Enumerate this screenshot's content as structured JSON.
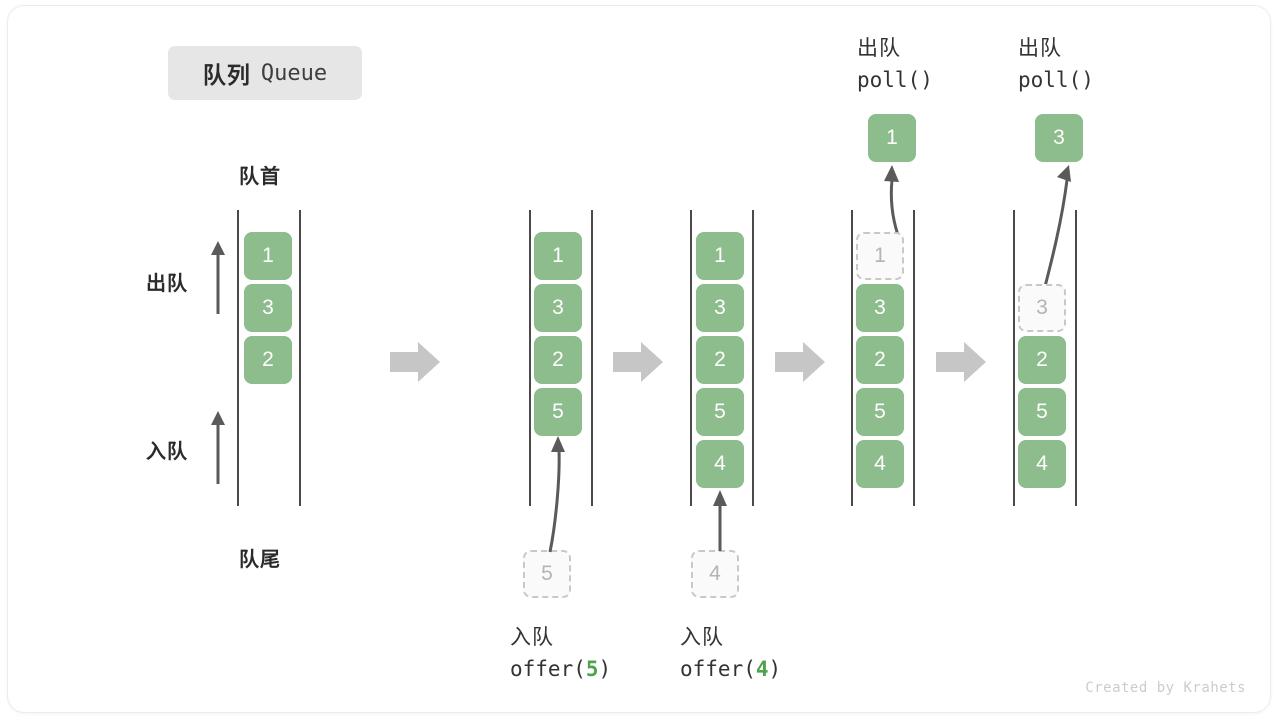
{
  "title": {
    "cn": "队列",
    "en": "Queue"
  },
  "labels": {
    "head": "队首",
    "tail": "队尾",
    "dequeue_side": "出队",
    "enqueue_side": "入队"
  },
  "colors": {
    "cell_green": "#8dbc8d",
    "ghost_border": "#c8c8c8",
    "ghost_text": "#b4b4b4",
    "rail": "#4a4a4a",
    "flow_arrow": "#c6c6c6",
    "badge_bg": "#e6e6e6",
    "accent_green_text": "#4fa34f",
    "arrow_stroke": "#5a5a5a"
  },
  "columns": [
    {
      "id": "initial",
      "cells": [
        {
          "value": "1",
          "state": "filled"
        },
        {
          "value": "3",
          "state": "filled"
        },
        {
          "value": "2",
          "state": "filled"
        }
      ]
    },
    {
      "id": "after-offer-5",
      "cells": [
        {
          "value": "1",
          "state": "filled"
        },
        {
          "value": "3",
          "state": "filled"
        },
        {
          "value": "2",
          "state": "filled"
        },
        {
          "value": "5",
          "state": "filled"
        }
      ],
      "incoming": {
        "value": "5",
        "state": "ghost"
      },
      "op_label_cn": "入队",
      "op_label_code": "offer(",
      "op_label_arg": "5",
      "op_label_code_end": ")"
    },
    {
      "id": "after-offer-4",
      "cells": [
        {
          "value": "1",
          "state": "filled"
        },
        {
          "value": "3",
          "state": "filled"
        },
        {
          "value": "2",
          "state": "filled"
        },
        {
          "value": "5",
          "state": "filled"
        },
        {
          "value": "4",
          "state": "filled"
        }
      ],
      "incoming": {
        "value": "4",
        "state": "ghost"
      },
      "op_label_cn": "入队",
      "op_label_code": "offer(",
      "op_label_arg": "4",
      "op_label_code_end": ")"
    },
    {
      "id": "after-poll-1",
      "cells": [
        {
          "value": "1",
          "state": "ghost"
        },
        {
          "value": "3",
          "state": "filled"
        },
        {
          "value": "2",
          "state": "filled"
        },
        {
          "value": "5",
          "state": "filled"
        },
        {
          "value": "4",
          "state": "filled"
        }
      ],
      "outgoing": {
        "value": "1",
        "state": "filled"
      },
      "op_label_cn": "出队",
      "op_label_code": "poll()"
    },
    {
      "id": "after-poll-3",
      "cells": [
        {
          "value": "3",
          "state": "ghost"
        },
        {
          "value": "2",
          "state": "filled"
        },
        {
          "value": "5",
          "state": "filled"
        },
        {
          "value": "4",
          "state": "filled"
        }
      ],
      "outgoing": {
        "value": "3",
        "state": "filled"
      },
      "op_label_cn": "出队",
      "op_label_code": "poll()"
    }
  ],
  "watermark": "Created by Krahets"
}
